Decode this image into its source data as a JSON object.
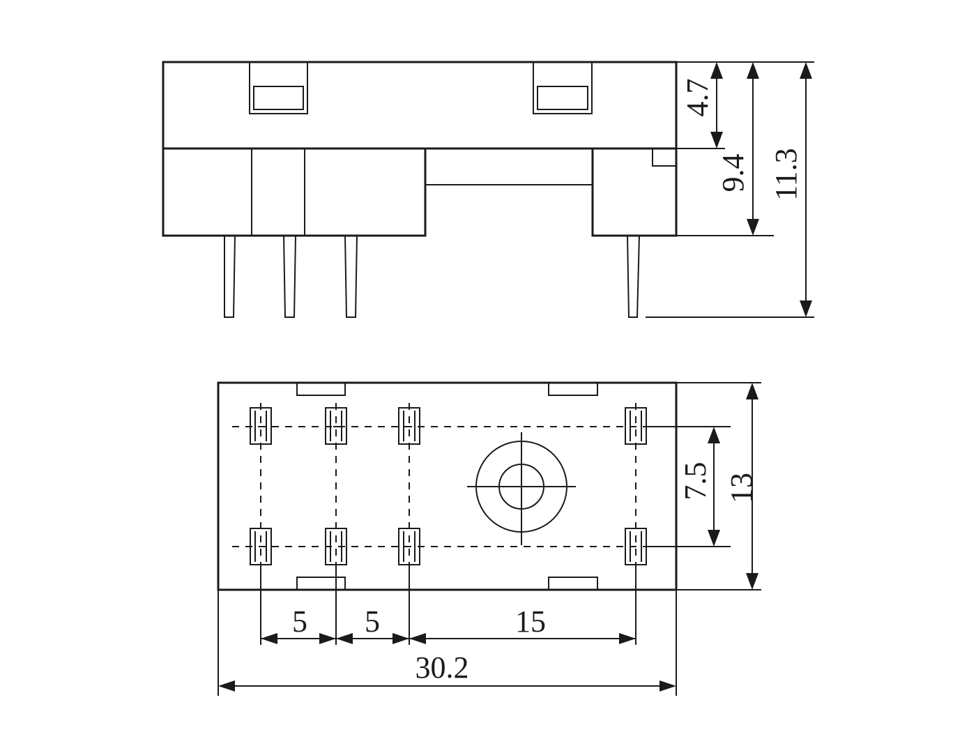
{
  "side_view": {
    "dim_top_height": "4.7",
    "dim_body_height": "9.4",
    "dim_total_height": "11.3"
  },
  "bottom_view": {
    "dim_row_spacing": "7.5",
    "dim_width": "13",
    "dim_pitch_1": "5",
    "dim_pitch_2": "5",
    "dim_pitch_3": "15",
    "dim_length": "30.2"
  }
}
